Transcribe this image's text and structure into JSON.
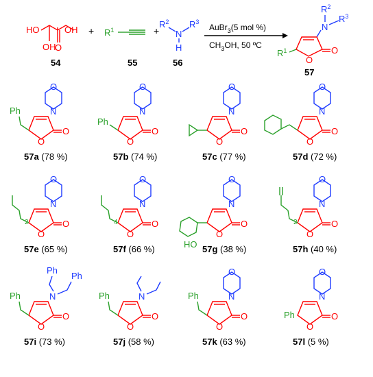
{
  "scheme": {
    "reactants": [
      {
        "id": "54",
        "structure": "HO–CH(OH)–C(=O)OH",
        "labels": {
          "oh1": "HO",
          "oh2": "OH",
          "oh3": "OH",
          "o": "O"
        }
      },
      {
        "id": "55",
        "r": "R",
        "r_sup": "1"
      },
      {
        "id": "56",
        "r2": "R",
        "r2_sup": "2",
        "n": "N",
        "h": "H",
        "r3": "R",
        "r3_sup": "3"
      }
    ],
    "plus": "+",
    "conditions_top": "AuBr",
    "conditions_top_sub": "3",
    "conditions_top_rest": "(5 mol %)",
    "conditions_bottom": "CH",
    "conditions_bottom_sub": "3",
    "conditions_bottom_rest": "OH, 50 ºC",
    "product": {
      "id": "57",
      "r1": "R",
      "r1_sup": "1",
      "r2": "R",
      "r2_sup": "2",
      "r3": "R",
      "r3_sup": "3",
      "n": "N",
      "o_ring": "O",
      "o_carbonyl": "O"
    }
  },
  "compounds": [
    {
      "id": "57a",
      "yield": "(78 %)",
      "substituent": "Ph"
    },
    {
      "id": "57b",
      "yield": "(74 %)",
      "substituent": "Ph"
    },
    {
      "id": "57c",
      "yield": "(77 %)",
      "substituent": ""
    },
    {
      "id": "57d",
      "yield": "(72 %)",
      "substituent": ""
    },
    {
      "id": "57e",
      "yield": "(65 %)",
      "substituent": "2"
    },
    {
      "id": "57f",
      "yield": "(66 %)",
      "substituent": "4"
    },
    {
      "id": "57g",
      "yield": "(38 %)",
      "substituent": "HO"
    },
    {
      "id": "57h",
      "yield": "(40 %)",
      "substituent": "2"
    },
    {
      "id": "57i",
      "yield": "(73 %)",
      "substituent": "Ph",
      "amine": "Ph"
    },
    {
      "id": "57j",
      "yield": "(58 %)",
      "substituent": "Ph"
    },
    {
      "id": "57k",
      "yield": "(63 %)",
      "substituent": "Ph"
    },
    {
      "id": "57l",
      "yield": "(5 %)",
      "substituent": "Ph"
    }
  ],
  "atoms": {
    "N": "N",
    "O": "O"
  }
}
